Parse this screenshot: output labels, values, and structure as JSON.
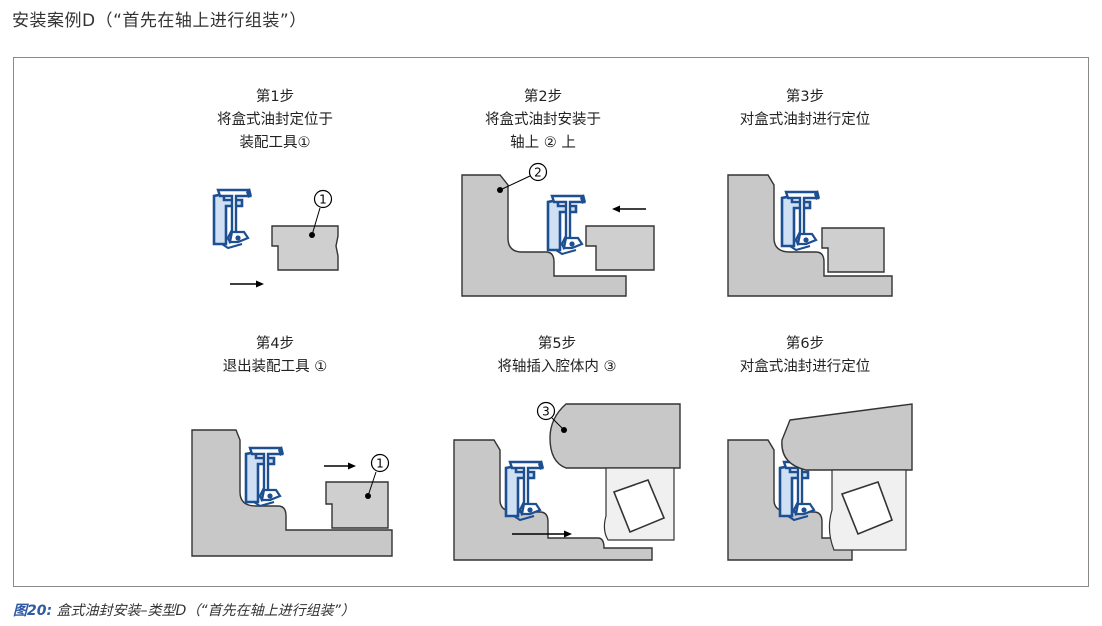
{
  "page_title": "安装案例D（“首先在轴上进行组装”）",
  "steps": [
    {
      "title": "第1步",
      "lines": [
        "将盒式油封定位于",
        "装配工具①"
      ]
    },
    {
      "title": "第2步",
      "lines": [
        "将盒式油封安装于",
        "轴上 ② 上"
      ]
    },
    {
      "title": "第3步",
      "lines": [
        "对盒式油封进行定位",
        ""
      ]
    },
    {
      "title": "第4步",
      "lines": [
        "退出装配工具 ①",
        ""
      ]
    },
    {
      "title": "第5步",
      "lines": [
        "将轴插入腔体内 ③",
        ""
      ]
    },
    {
      "title": "第6步",
      "lines": [
        "对盒式油封进行定位",
        ""
      ]
    }
  ],
  "markers": {
    "tool": "1",
    "shaft": "2",
    "housing": "3"
  },
  "caption": {
    "number": "图20:",
    "text": "盒式油封安装–类型D（“首先在轴上进行组装”）"
  },
  "colors": {
    "seal_blue": "#1d4f91",
    "part_gray": "#c8c8c8",
    "outline": "#333333",
    "caption_blue": "#2f5aa5"
  }
}
